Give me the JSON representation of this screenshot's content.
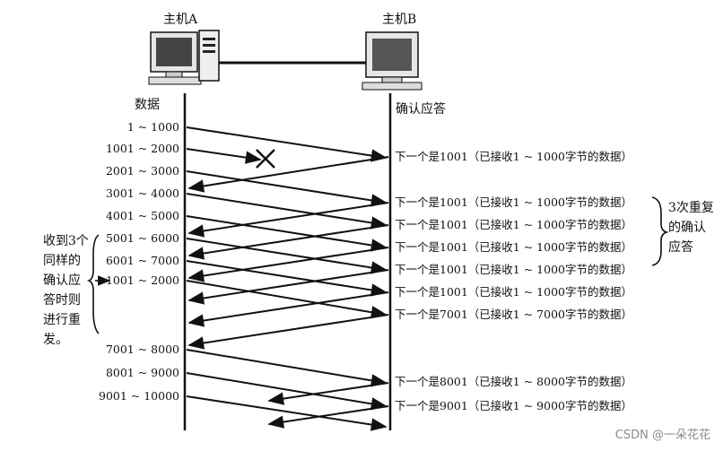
{
  "host_a": {
    "label": "主机A"
  },
  "host_b": {
    "label": "主机B"
  },
  "col_data": "数据",
  "col_ack": "确认应答",
  "sent_segments": [
    "1 ~ 1000",
    "1001 ~ 2000",
    "2001 ~ 3000",
    "3001 ~ 4000",
    "4001 ~ 5000",
    "5001 ~ 6000",
    "6001 ~ 7000",
    "1001 ~ 2000",
    "7001 ~ 8000",
    "8001 ~ 9000",
    "9001 ~ 10000"
  ],
  "acks": [
    "下一个是1001（已接收1 ~ 1000字节的数据）",
    "下一个是1001（已接收1 ~ 1000字节的数据）",
    "下一个是1001（已接收1 ~ 1000字节的数据）",
    "下一个是1001（已接收1 ~ 1000字节的数据）",
    "下一个是1001（已接收1 ~ 1000字节的数据）",
    "下一个是1001（已接收1 ~ 1000字节的数据）",
    "下一个是7001（已接收1 ~ 7000字节的数据）",
    "下一个是8001（已接收1 ~ 8000字节的数据）",
    "下一个是9001（已接收1 ~ 9000字节的数据）"
  ],
  "note_left_lines": [
    "收到3个",
    "同样的",
    "确认应",
    "答时则",
    "进行重",
    "发。"
  ],
  "note_right_lines": [
    "3次重复",
    "的确认",
    "应答"
  ],
  "watermark": "CSDN @一朵花花",
  "colors": {
    "line": "#111111",
    "watermark": "#8a8a8a",
    "background": "#ffffff"
  }
}
